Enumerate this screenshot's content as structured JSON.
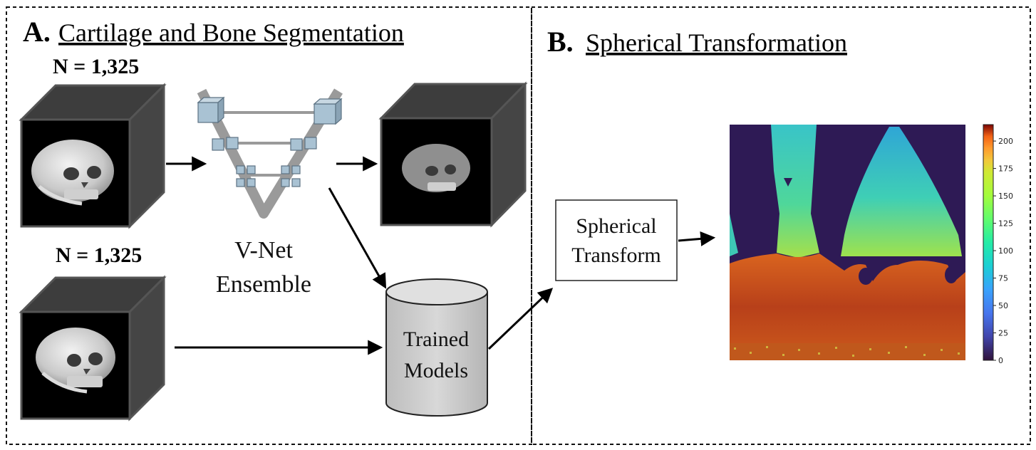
{
  "panel_a": {
    "letter": "A.",
    "title": "Cartilage and Bone Segmentation",
    "top_count": "N = 1,325",
    "bottom_count": "N = 1,325",
    "vnet_label_line1": "V-Net",
    "vnet_label_line2": "Ensemble",
    "models_label_line1": "Trained",
    "models_label_line2": "Models"
  },
  "panel_b": {
    "letter": "B.",
    "title": "Spherical Transformation",
    "transform_label_line1": "Spherical",
    "transform_label_line2": "Transform"
  },
  "colorbar": {
    "ticks": [
      "0",
      "25",
      "50",
      "75",
      "100",
      "125",
      "150",
      "175",
      "200"
    ],
    "min": 0,
    "max": 215
  },
  "colors": {
    "cube_face": "#000000",
    "cube_frame": "#4d4d4d",
    "vnet_block": "#a9c2d3",
    "vnet_path": "#9a9a9a",
    "cylinder": "#cfcfcf",
    "heatmap_background": "#2e1a55",
    "heatmap_base": "#c24a16"
  }
}
